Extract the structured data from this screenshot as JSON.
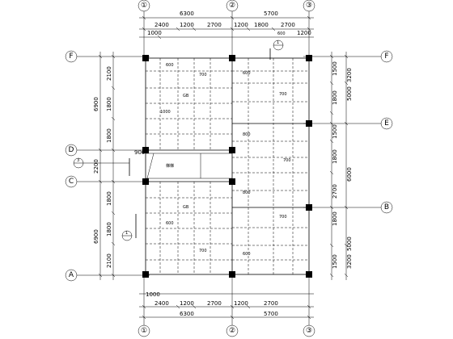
{
  "grid_labels": {
    "top": [
      "①",
      "②",
      "③"
    ],
    "bottom": [
      "①",
      "②",
      "③"
    ],
    "left": [
      "F",
      "D",
      "C",
      "A"
    ],
    "right": [
      "F",
      "E",
      "B"
    ]
  },
  "dims": {
    "top_overall": [
      "6300",
      "5700"
    ],
    "top_sub": [
      "2400",
      "1200",
      "2700",
      "1200",
      "1800",
      "2700"
    ],
    "top_small": [
      "1000",
      "600",
      "1200"
    ],
    "bottom_overall": [
      "6300",
      "5700"
    ],
    "bottom_sub": [
      "2400",
      "1200",
      "2700",
      "1200",
      "2700"
    ],
    "bottom_small": [
      "1000"
    ],
    "left_overall": [
      "6900",
      "2200",
      "6900"
    ],
    "left_sub_upper": [
      "2100",
      "1800",
      "1800"
    ],
    "left_sub_lower": [
      "1800",
      "1800",
      "2100"
    ],
    "left_small": [
      "900"
    ],
    "right_overall": [
      "3200",
      "5000",
      "6000",
      "5000",
      "3200"
    ],
    "right_sub": [
      "1500",
      "1800",
      "1500",
      "1800",
      "2700",
      "1800",
      "1500"
    ]
  },
  "section_marks": [
    "1",
    "3",
    "1"
  ],
  "beam_labels": [
    "600",
    "700",
    "GB",
    "1000",
    "800",
    "800"
  ],
  "stair_label": "梯梯"
}
